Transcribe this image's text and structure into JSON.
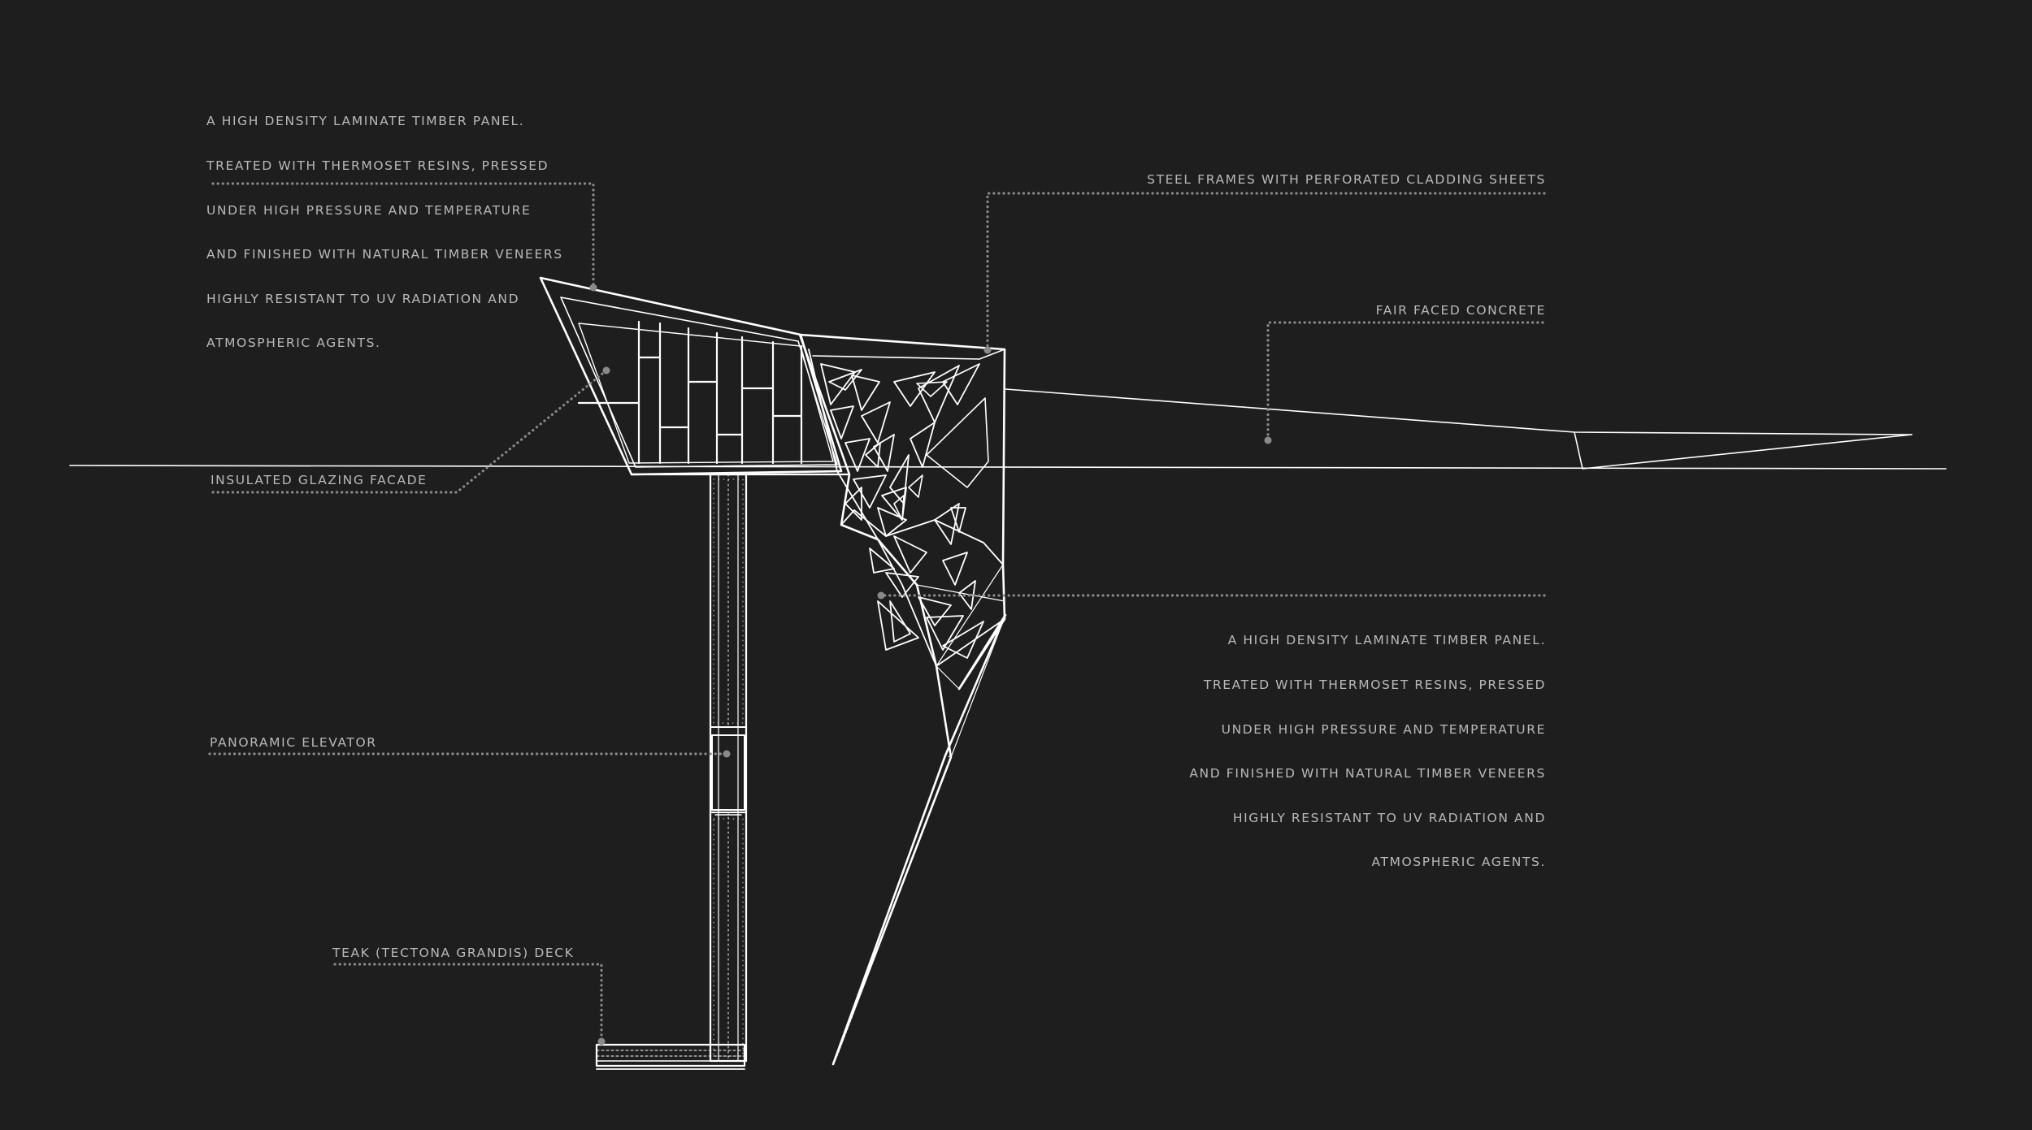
{
  "annotations": {
    "laminate_top": {
      "lines": [
        "A HIGH DENSITY LAMINATE TIMBER PANEL.",
        "TREATED WITH THERMOSET RESINS, PRESSED",
        "UNDER HIGH PRESSURE AND TEMPERATURE",
        "AND FINISHED WITH NATURAL TIMBER VENEERS",
        "HIGHLY RESISTANT TO UV RADIATION AND",
        "ATMOSPHERIC AGENTS."
      ]
    },
    "steel_frames": {
      "text": "STEEL FRAMES WITH PERFORATED CLADDING SHEETS"
    },
    "fair_faced_concrete": {
      "text": "FAIR FACED CONCRETE"
    },
    "insulated_glazing": {
      "text": "INSULATED GLAZING FACADE"
    },
    "laminate_right": {
      "lines": [
        "A HIGH DENSITY LAMINATE TIMBER PANEL.",
        "TREATED WITH THERMOSET RESINS, PRESSED",
        "UNDER HIGH PRESSURE AND TEMPERATURE",
        "AND FINISHED WITH NATURAL TIMBER VENEERS",
        "HIGHLY RESISTANT TO UV RADIATION AND",
        "ATMOSPHERIC AGENTS."
      ]
    },
    "panoramic_elevator": {
      "text": "PANORAMIC ELEVATOR"
    },
    "teak_deck": {
      "text": "TEAK (TECTONA GRANDIS) DECK"
    }
  },
  "colors": {
    "background": "#1e1e1e",
    "linework": "#ffffff",
    "annotation_text": "#b9b9b9",
    "leader": "#8a8a8a"
  }
}
